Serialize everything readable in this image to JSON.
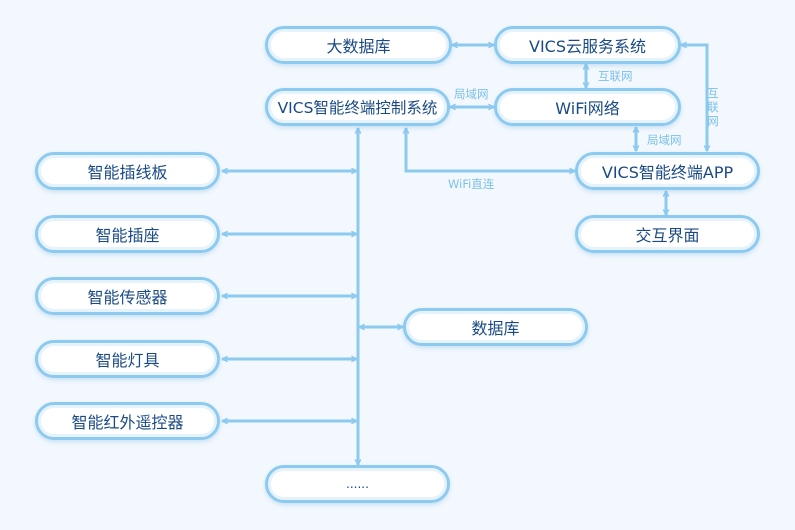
{
  "diagram": {
    "nodes": {
      "big_database": "大数据库",
      "cloud_service": "VICS云服务系统",
      "control_system": "VICS智能终端控制系统",
      "wifi_network": "WiFi网络",
      "terminal_app": "VICS智能终端APP",
      "interaction_ui": "交互界面",
      "smart_power_strip": "智能插线板",
      "smart_socket": "智能插座",
      "smart_sensor": "智能传感器",
      "smart_lighting": "智能灯具",
      "smart_ir_remote": "智能红外遥控器",
      "database": "数据库",
      "more": "......"
    },
    "edge_labels": {
      "control_to_wifi": "局域网",
      "cloud_to_wifi": "互联网",
      "wifi_to_app": "局域网",
      "cloud_to_app": "互联网",
      "control_to_app": "WiFi直连"
    }
  },
  "colors": {
    "background": "#f2f8fd",
    "node_border": "#8ccaf0",
    "node_text": "#1a4a86",
    "connector": "#8ccaf0",
    "edge_label": "#7cc0ea"
  }
}
